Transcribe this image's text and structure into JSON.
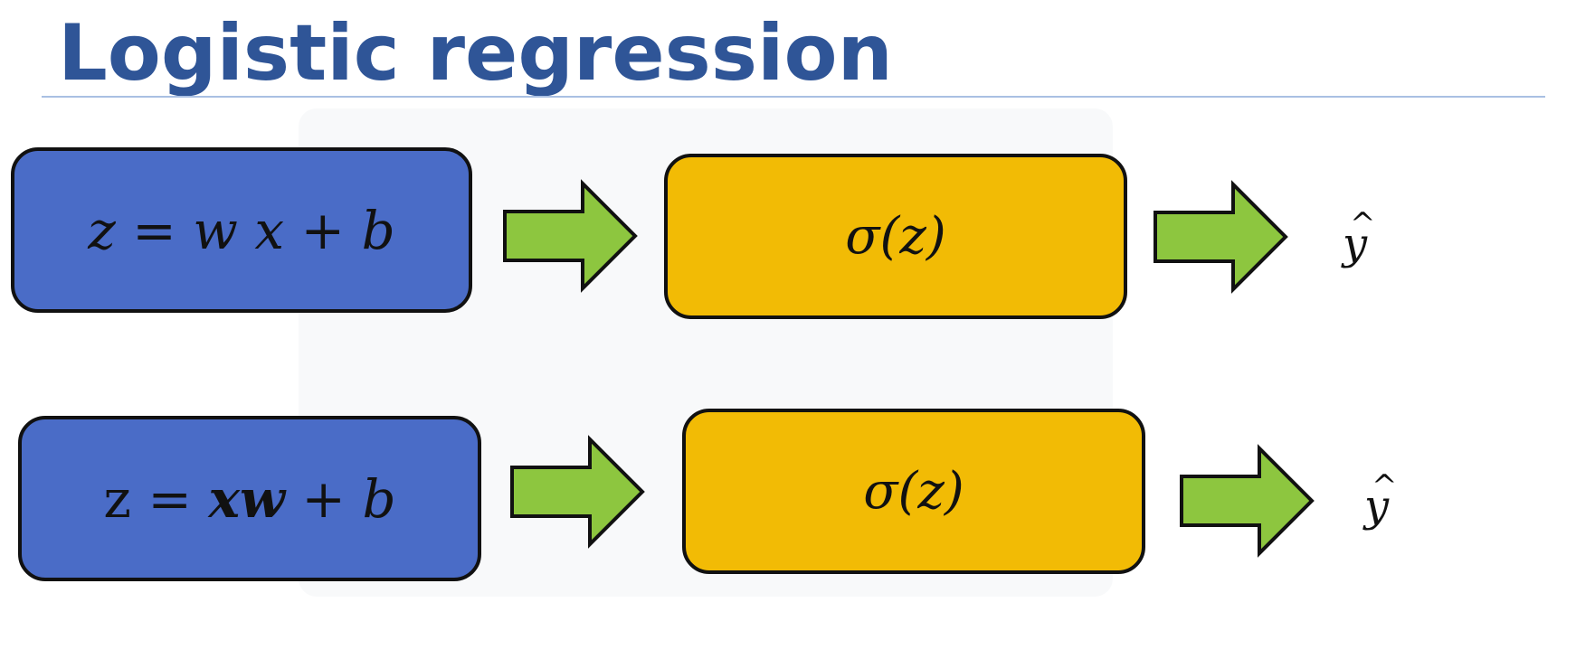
{
  "title": "Logistic regression",
  "rows": [
    {
      "linear_box": {
        "lhs": "z",
        "eq": "=",
        "term1": "w",
        "term2": "x",
        "plus": "+",
        "bias": "b",
        "color": "#4a6cc7"
      },
      "sigmoid_box": {
        "label": "σ(z)",
        "color": "#f2bb05"
      },
      "output": "y"
    },
    {
      "linear_box": {
        "lhs": "z",
        "eq": "=",
        "term1": "xw",
        "plus": "+",
        "bias": "b",
        "color": "#4a6cc7"
      },
      "sigmoid_box": {
        "label": "σ(z)",
        "color": "#f2bb05"
      },
      "output": "y"
    }
  ],
  "colors": {
    "title": "#2f5597",
    "arrow_fill": "#8dc63f",
    "arrow_stroke": "#111111",
    "rule": "#a9c0e3"
  }
}
